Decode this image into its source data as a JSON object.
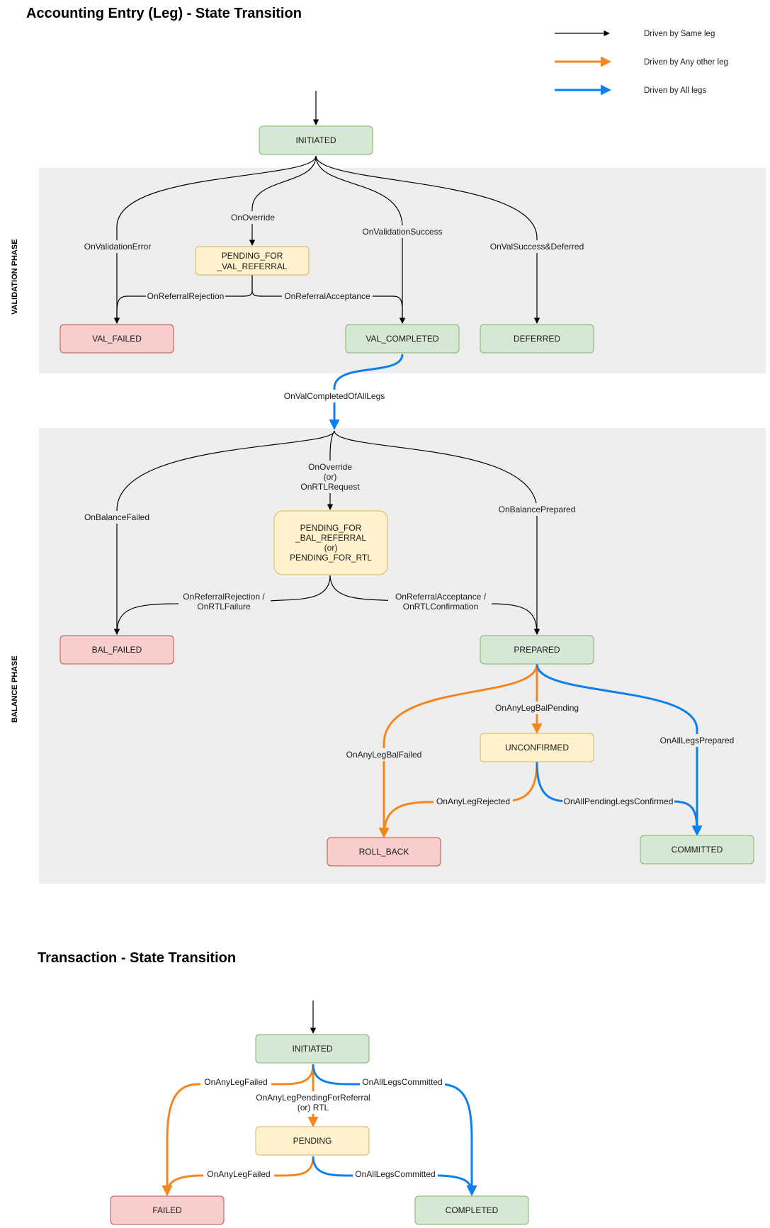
{
  "titles": {
    "main": "Accounting Entry (Leg) - State Transition",
    "transaction": "Transaction - State Transition"
  },
  "legend": {
    "same_leg": "Driven by Same leg",
    "any_other_leg": "Driven by Any other leg",
    "all_legs": "Driven by All legs"
  },
  "colors": {
    "same_leg": "#000000",
    "any_other_leg": "#f5861f",
    "all_legs": "#0f7fec",
    "green_fill": "#d5e8d4",
    "green_stroke": "#82b366",
    "yellow_fill": "#fff2cc",
    "yellow_stroke": "#d6b656",
    "red_fill": "#f8cecc",
    "red_stroke": "#b85450",
    "phase_bg": "#eeeeee"
  },
  "phases": {
    "validation": "VALIDATION PHASE",
    "balance": "BALANCE PHASE"
  },
  "states": {
    "initiated": "INITIATED",
    "pending_val_referral": [
      "PENDING_FOR",
      "_VAL_REFERRAL"
    ],
    "val_failed": "VAL_FAILED",
    "val_completed": "VAL_COMPLETED",
    "deferred": "DEFERRED",
    "pending_bal_referral": [
      "PENDING_FOR",
      "_BAL_REFERRAL",
      "(or)",
      "PENDING_FOR_RTL"
    ],
    "bal_failed": "BAL_FAILED",
    "prepared": "PREPARED",
    "unconfirmed": "UNCONFIRMED",
    "roll_back": "ROLL_BACK",
    "committed": "COMMITTED"
  },
  "transitions": {
    "on_override": "OnOverride",
    "on_validation_error": "OnValidationError",
    "on_validation_success": "OnValidationSuccess",
    "on_val_success_deferred": "OnValSuccess&Deferred",
    "on_referral_rejection": "OnReferralRejection",
    "on_referral_acceptance": "OnReferralAcceptance",
    "on_val_completed_all_legs": "OnValCompletedOfAllLegs",
    "on_override_or_rtl": [
      "OnOverride",
      "(or)",
      "OnRTLRequest"
    ],
    "on_balance_failed": "OnBalanceFailed",
    "on_balance_prepared": "OnBalancePrepared",
    "on_referral_rejection_rtl": [
      "OnReferralRejection /",
      "OnRTLFailure"
    ],
    "on_referral_acceptance_rtl": [
      "OnReferralAcceptance /",
      "OnRTLConfirmation"
    ],
    "on_any_leg_bal_pending": "OnAnyLegBalPending",
    "on_any_leg_bal_failed": "OnAnyLegBalFailed",
    "on_all_legs_prepared": "OnAllLegsPrepared",
    "on_any_leg_rejected": "OnAnyLegRejected",
    "on_all_pending_legs_confirmed": "OnAllPendingLegsConfirmed"
  },
  "transaction": {
    "states": {
      "initiated": "INITIATED",
      "pending": "PENDING",
      "failed": "FAILED",
      "completed": "COMPLETED"
    },
    "transitions": {
      "on_any_leg_failed": "OnAnyLegFailed",
      "on_all_legs_committed": "OnAllLegsCommitted",
      "on_any_leg_pending": [
        "OnAnyLegPendingForReferral",
        "(or) RTL"
      ],
      "on_any_leg_failed_2": "OnAnyLegFailed",
      "on_all_legs_committed_2": "OnAllLegsCommitted"
    }
  }
}
